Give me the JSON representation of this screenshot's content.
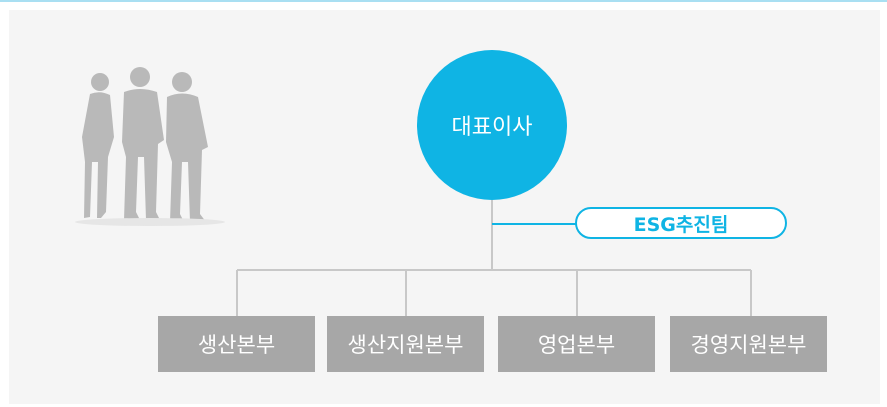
{
  "org": {
    "ceo": "대표이사",
    "esg_team": "ESG추진팀",
    "departments": [
      "생산본부",
      "생산지원본부",
      "영업본부",
      "경영지원본부"
    ]
  },
  "colors": {
    "accent": "#0fb4e4",
    "department_box": "#a7a7a7",
    "connector": "#c8c8c8",
    "panel_bg": "#f5f5f5"
  }
}
